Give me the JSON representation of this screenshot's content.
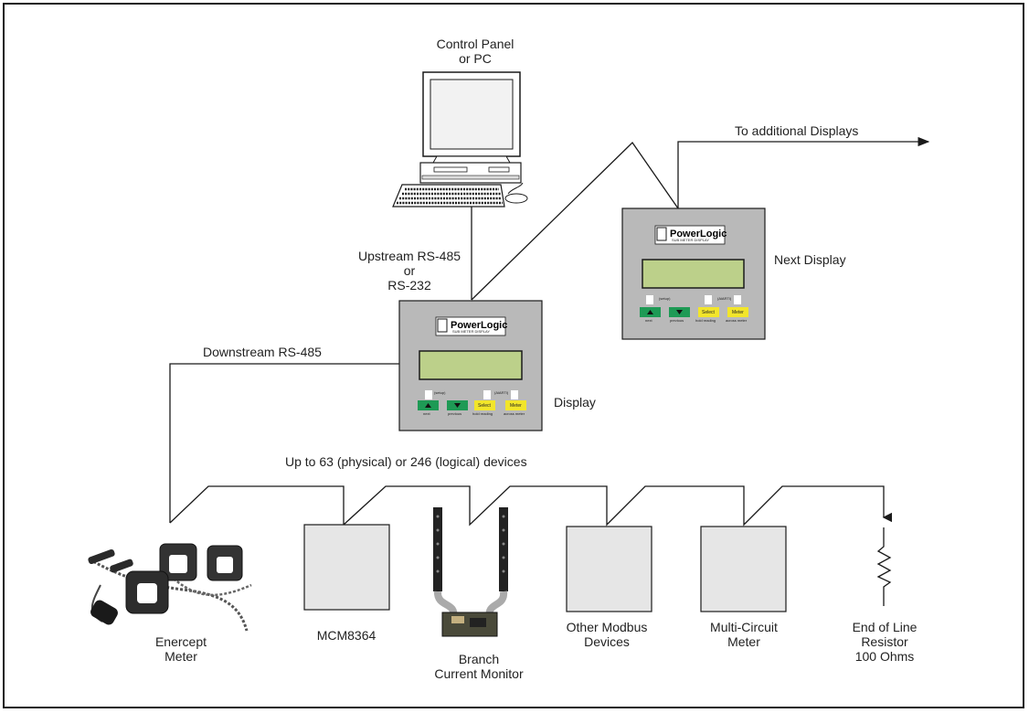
{
  "labels": {
    "control_panel_line1": "Control Panel",
    "control_panel_line2": "or PC",
    "to_additional": "To additional Displays",
    "next_display": "Next Display",
    "upstream_line1": "Upstream RS-485",
    "upstream_line2": "or",
    "upstream_line3": "RS-232",
    "downstream": "Downstream RS-485",
    "display": "Display",
    "up_to": "Up to 63 (physical) or 246 (logical) devices",
    "enercept_line1": "Enercept",
    "enercept_line2": "Meter",
    "mcm": "MCM8364",
    "branch_line1": "Branch",
    "branch_line2": "Current Monitor",
    "other_line1": "Other Modbus",
    "other_line2": "Devices",
    "multi_line1": "Multi-Circuit",
    "multi_line2": "Meter",
    "eol_line1": "End of Line",
    "eol_line2": "Resistor",
    "eol_line3": "100 Ohms"
  },
  "display_unit": {
    "brand": "PowerLogic",
    "subtitle": "SUB METER DISPLAY",
    "setup_label": "(setup)",
    "alarm_label": "(AlARTI)",
    "btn_select": "Select",
    "btn_meter": "Meter",
    "cap_next": "next",
    "cap_previous": "previous",
    "cap_hold": "hold reading",
    "cap_across": "across meter"
  },
  "colors": {
    "line": "#1a1a1a",
    "display_body": "#b9b9b9",
    "display_screen": "#bcd08a",
    "button_green": "#1e9a55",
    "button_yellow": "#f2e52a",
    "device_box": "#e6e6e6"
  }
}
